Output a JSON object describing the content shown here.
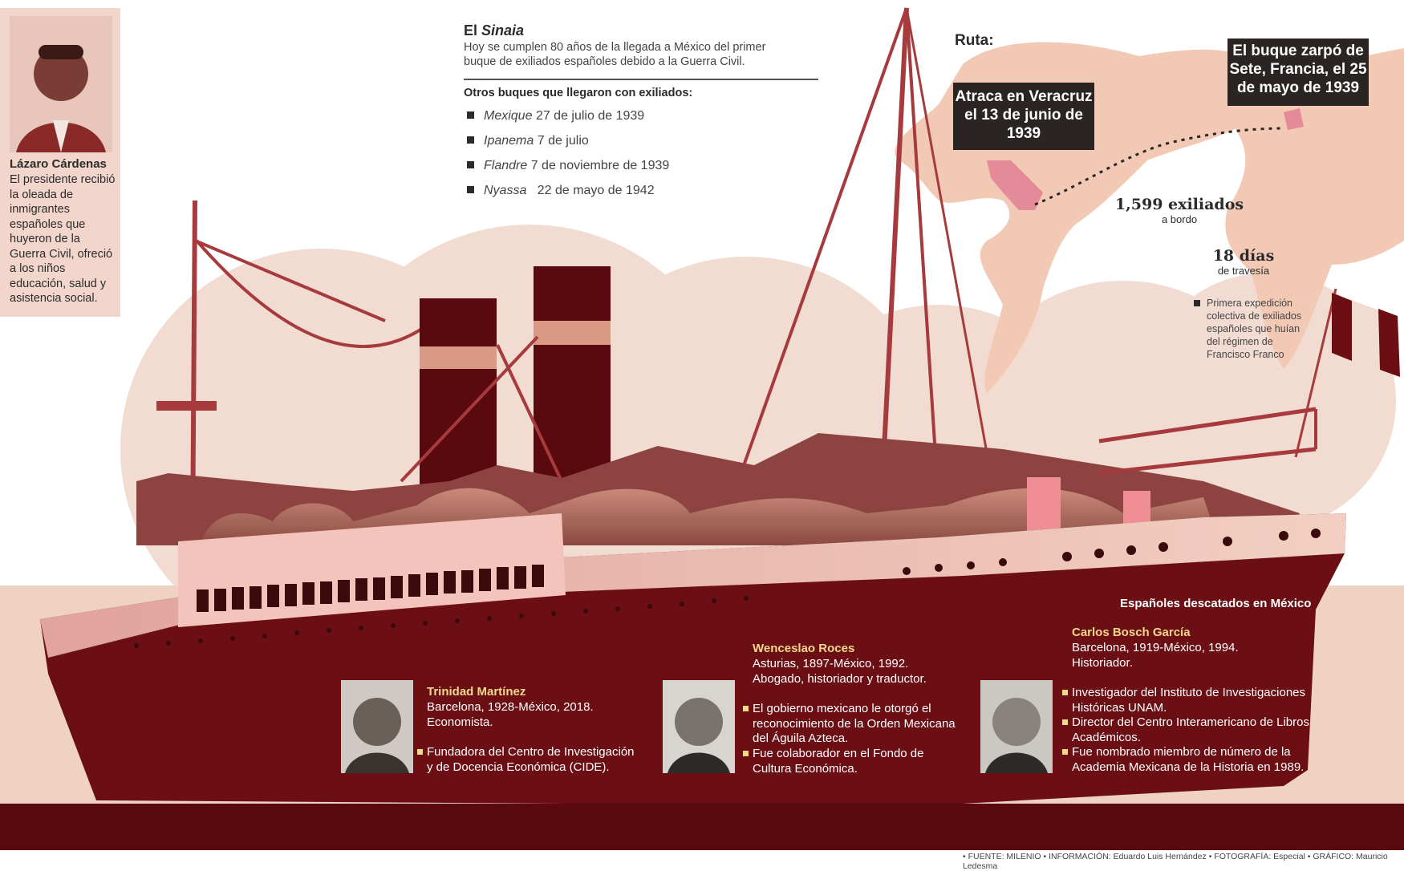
{
  "portrait": {
    "name": "Lázaro Cárdenas",
    "bio": "El presidente recibió la oleada de inmigrantes españoles que huyeron de la Guerra Civil, ofreció a los niños educación, salud y asistencia social."
  },
  "header": {
    "title_prefix": "El",
    "title_ship": "Sinaia",
    "intro": "Hoy se cumplen 80 años de la llegada a México del primer buque de exiliados españoles debido a la Guerra Civil.",
    "others_heading": "Otros buques que llegaron con exiliados:",
    "other_ships": [
      {
        "name": "Mexique",
        "date": "27 de julio de 1939"
      },
      {
        "name": "Ipanema",
        "date": "7 de julio"
      },
      {
        "name": "Flandre",
        "date": "7 de noviembre de 1939"
      },
      {
        "name": "Nyassa",
        "date": "22 de mayo de 1942"
      }
    ]
  },
  "route": {
    "label": "Ruta:",
    "arrival_callout": "Atraca en Veracruz el 13 de junio de 1939",
    "departure_callout": "El buque zarpó de Sete, Francia, el 25 de mayo de 1939",
    "exiles_count": "1,599 exiliados",
    "exiles_sub": "a bordo",
    "days_count": "18 días",
    "days_sub": "de travesía",
    "first_expedition": "Primera expedición colectiva de exiliados españoles que huían del régimen de Francisco Franco"
  },
  "people": {
    "heading": "Españoles descatados en México",
    "list": [
      {
        "name": "Trinidad Martínez",
        "origin": "Barcelona, 1928-México, 2018.",
        "role": "Economista.",
        "bullets": [
          "Fundadora del Centro de Investigación y de Docencia Económica (CIDE)."
        ]
      },
      {
        "name": "Wenceslao Roces",
        "origin": "Asturias, 1897-México, 1992.",
        "role": "Abogado, historiador y traductor.",
        "bullets": [
          "El gobierno mexicano le otorgó el reconocimiento de la Orden Mexicana del Águila Azteca.",
          "Fue colaborador en el Fondo de Cultura Económica."
        ]
      },
      {
        "name": "Carlos Bosch García",
        "origin": "Barcelona, 1919-México, 1994.",
        "role": "Historiador.",
        "bullets": [
          "Investigador del Instituto de Investigaciones Históricas UNAM.",
          "Director del Centro Interamericano de Libros Académicos.",
          "Fue nombrado miembro de número de la Academia Mexicana de la Historia en 1989."
        ]
      }
    ]
  },
  "footer": "• FUENTE: MILENIO • INFORMACIÓN: Eduardo Luis Hernández • FOTOGRAFÍA: Especial • GRÁFICO: Mauricio Ledesma",
  "colors": {
    "hull_dark": "#6b0f14",
    "hull_light": "#e9b2a6",
    "cloud": "#f2dcd2",
    "superstructure": "#b06058",
    "map_land": "#f2c9b4",
    "mexico": "#e58a98",
    "callout_bg": "#2a2422",
    "highlight": "#f2d88a"
  }
}
